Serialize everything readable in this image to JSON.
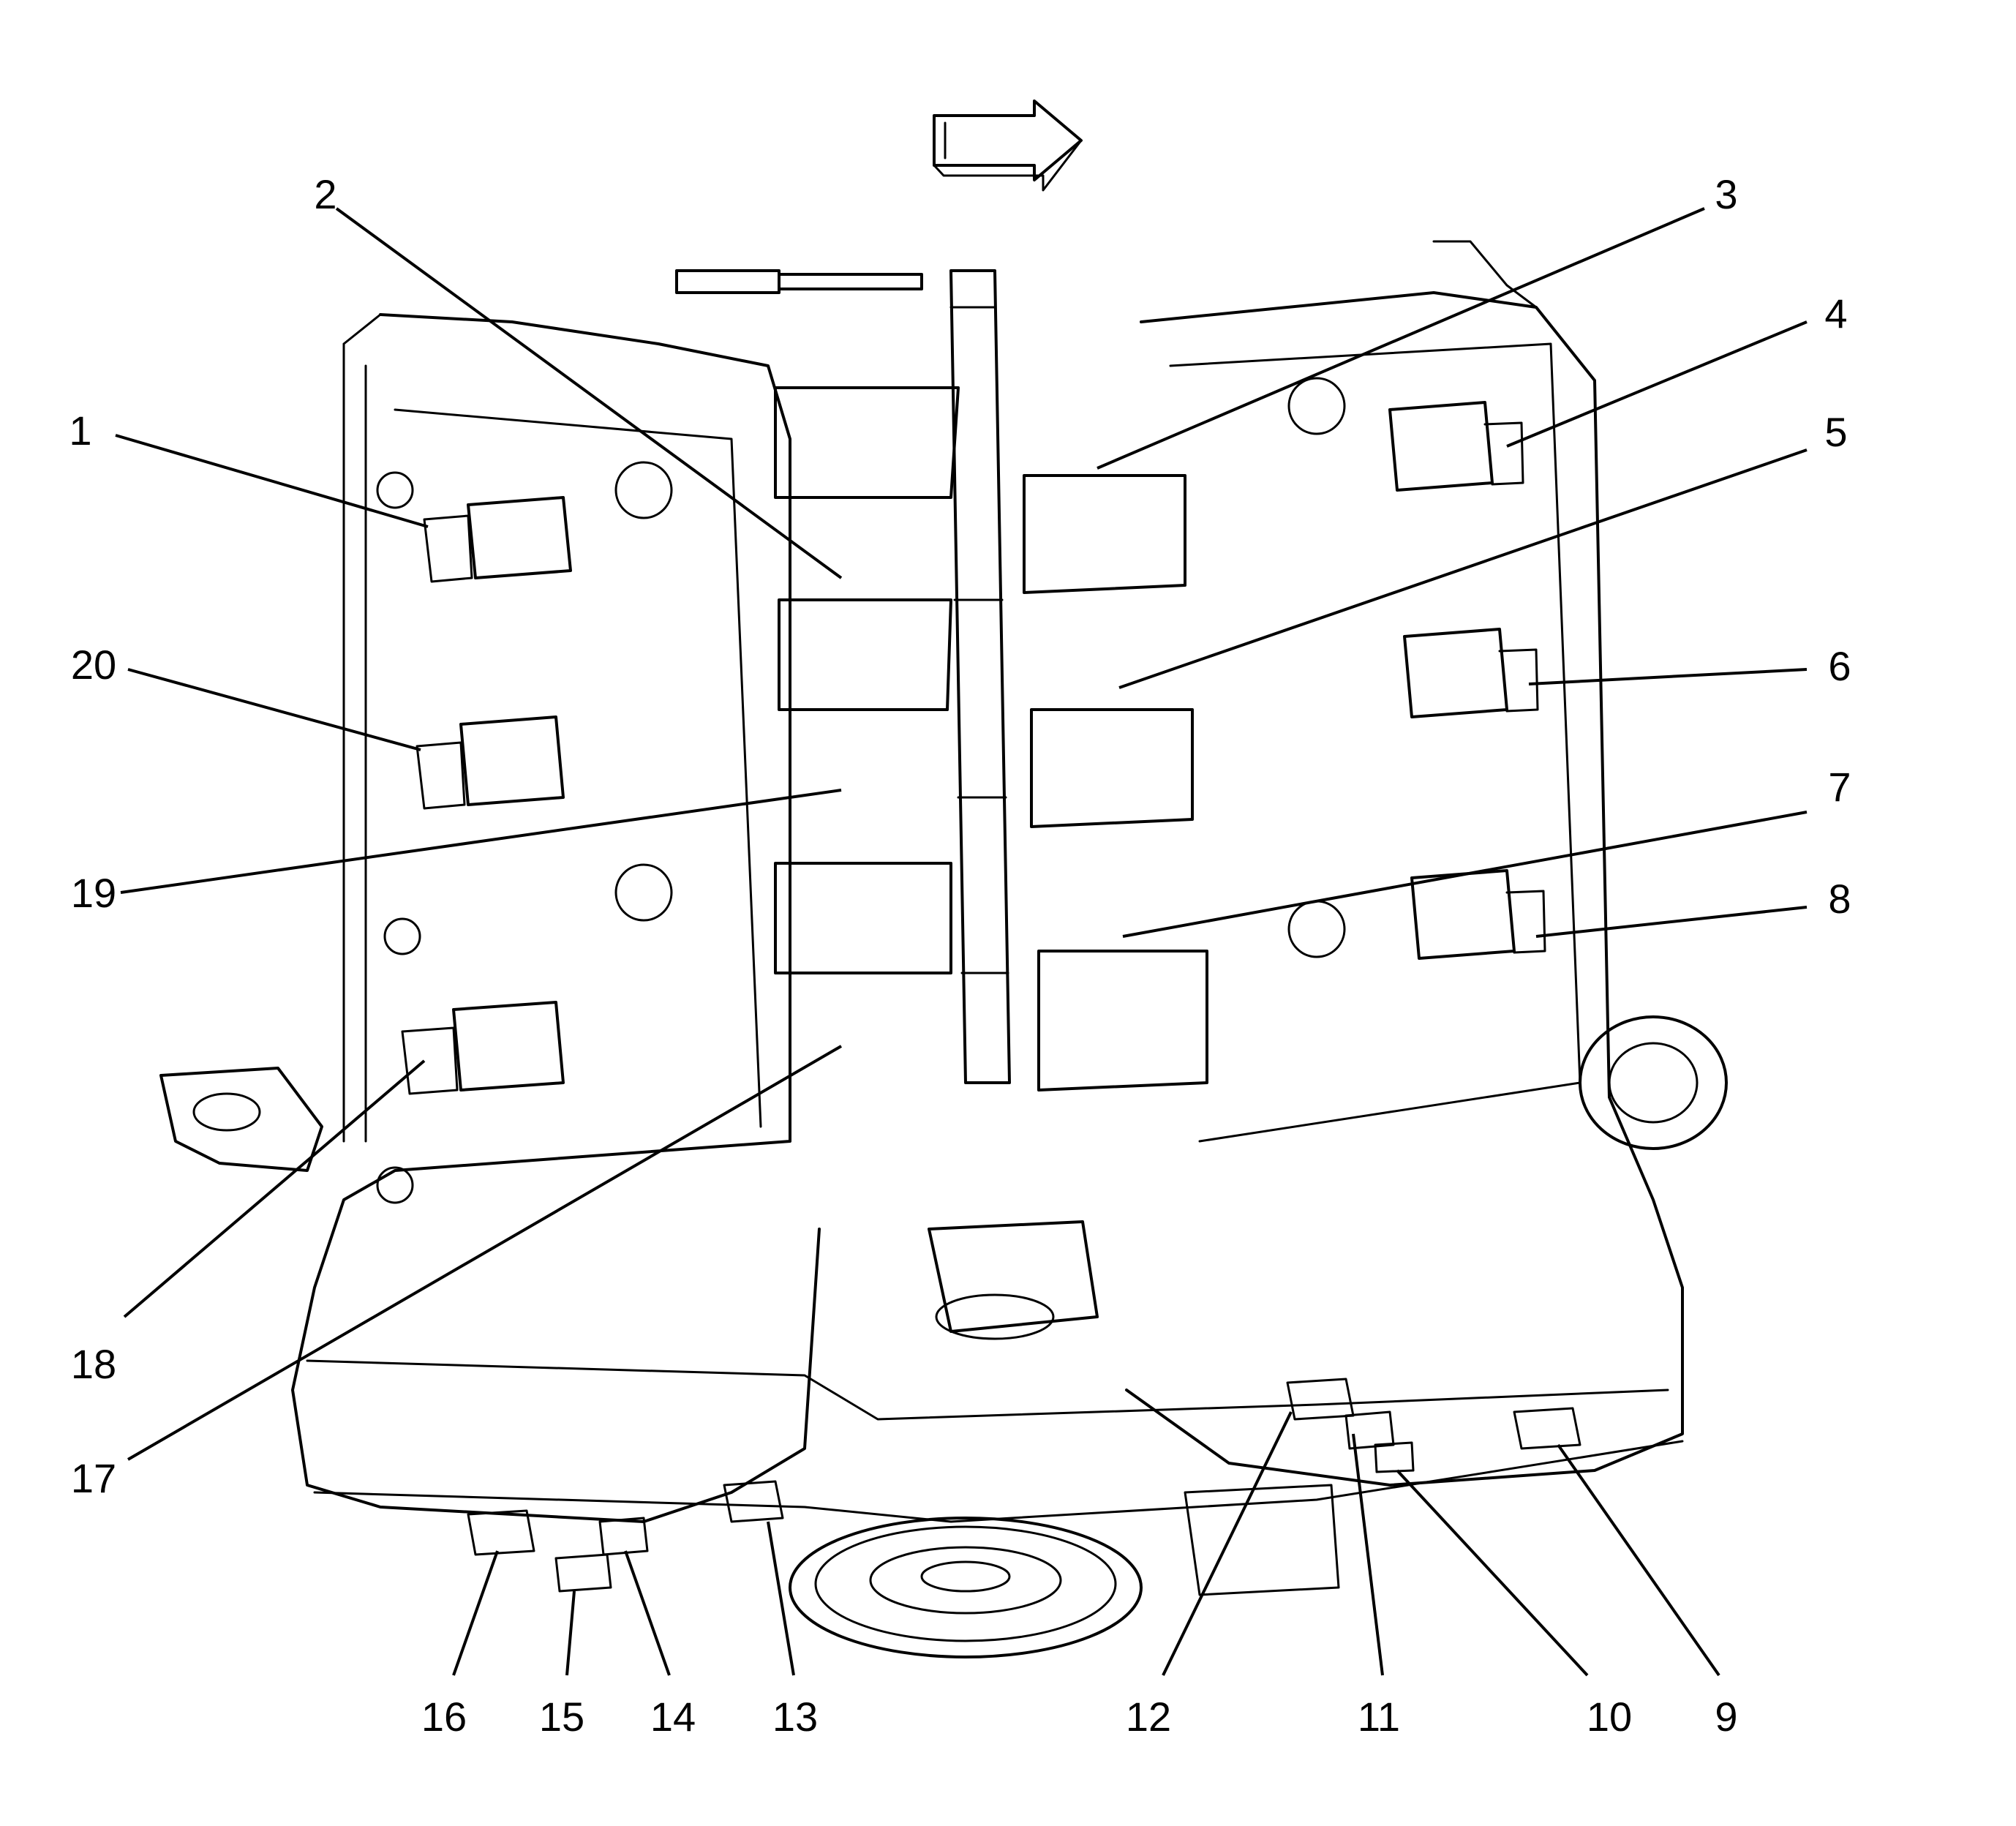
{
  "diagram": {
    "direction_arrow": "right",
    "callouts": [
      {
        "id": "1",
        "label": "1"
      },
      {
        "id": "2",
        "label": "2"
      },
      {
        "id": "3",
        "label": "3"
      },
      {
        "id": "4",
        "label": "4"
      },
      {
        "id": "5",
        "label": "5"
      },
      {
        "id": "6",
        "label": "6"
      },
      {
        "id": "7",
        "label": "7"
      },
      {
        "id": "8",
        "label": "8"
      },
      {
        "id": "9",
        "label": "9"
      },
      {
        "id": "10",
        "label": "10"
      },
      {
        "id": "11",
        "label": "11"
      },
      {
        "id": "12",
        "label": "12"
      },
      {
        "id": "13",
        "label": "13"
      },
      {
        "id": "14",
        "label": "14"
      },
      {
        "id": "15",
        "label": "15"
      },
      {
        "id": "16",
        "label": "16"
      },
      {
        "id": "17",
        "label": "17"
      },
      {
        "id": "18",
        "label": "18"
      },
      {
        "id": "19",
        "label": "19"
      },
      {
        "id": "20",
        "label": "20"
      }
    ]
  }
}
